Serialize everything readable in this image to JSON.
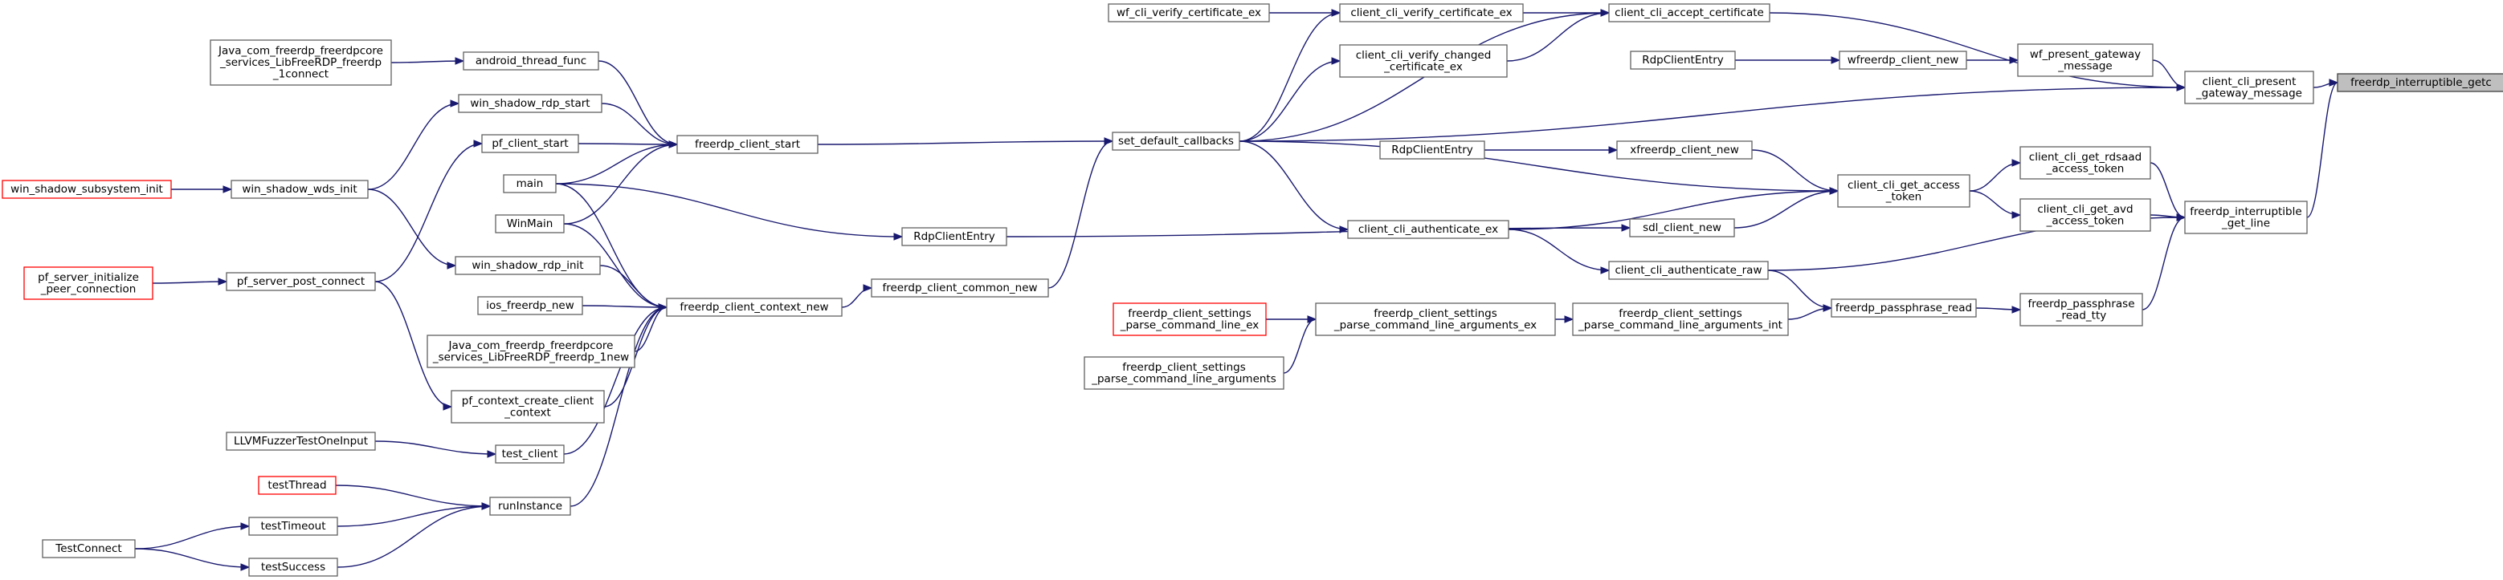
{
  "graph": {
    "title": "",
    "colors": {
      "edge": "#191970",
      "node_border": "#606060",
      "truncated_border": "#ff0000",
      "root_fill": "#bfbfbf"
    },
    "nodes": [
      {
        "id": "getc",
        "lines": [
          "freerdp_interruptible_getc"
        ],
        "kind": "root"
      },
      {
        "id": "present_gw",
        "lines": [
          "client_cli_present",
          "_gateway_message"
        ]
      },
      {
        "id": "get_line",
        "lines": [
          "freerdp_interruptible",
          "_get_line"
        ]
      },
      {
        "id": "accept_cert",
        "lines": [
          "client_cli_accept_certificate"
        ]
      },
      {
        "id": "wf_present_gw",
        "lines": [
          "wf_present_gateway",
          "_message"
        ]
      },
      {
        "id": "set_cb",
        "lines": [
          "set_default_callbacks"
        ]
      },
      {
        "id": "rdsaad",
        "lines": [
          "client_cli_get_rdsaad",
          "_access_token"
        ]
      },
      {
        "id": "get_avd",
        "lines": [
          "client_cli_get_avd",
          "_access_token"
        ]
      },
      {
        "id": "auth_raw",
        "lines": [
          "client_cli_authenticate_raw"
        ]
      },
      {
        "id": "pass_tty",
        "lines": [
          "freerdp_passphrase",
          "_read_tty"
        ]
      },
      {
        "id": "verify_cert_ex",
        "lines": [
          "client_cli_verify_certificate_ex"
        ]
      },
      {
        "id": "verify_changed",
        "lines": [
          "client_cli_verify_changed",
          "_certificate_ex"
        ]
      },
      {
        "id": "wfreerdp_new",
        "lines": [
          "wfreerdp_client_new"
        ]
      },
      {
        "id": "rdp_entry_1",
        "lines": [
          "RdpClientEntry"
        ]
      },
      {
        "id": "wf_verify",
        "lines": [
          "wf_cli_verify_certificate_ex"
        ]
      },
      {
        "id": "fc_start",
        "lines": [
          "freerdp_client_start"
        ]
      },
      {
        "id": "get_access",
        "lines": [
          "client_cli_get_access",
          "_token"
        ]
      },
      {
        "id": "xfreerdp_new",
        "lines": [
          "xfreerdp_client_new"
        ]
      },
      {
        "id": "sdl_new",
        "lines": [
          "sdl_client_new"
        ]
      },
      {
        "id": "rdp_entry_2",
        "lines": [
          "RdpClientEntry"
        ]
      },
      {
        "id": "auth_ex",
        "lines": [
          "client_cli_authenticate_ex"
        ]
      },
      {
        "id": "pass_read",
        "lines": [
          "freerdp_passphrase_read"
        ]
      },
      {
        "id": "parse_int",
        "lines": [
          "freerdp_client_settings",
          "_parse_command_line_arguments_int"
        ]
      },
      {
        "id": "parse_ex",
        "lines": [
          "freerdp_client_settings",
          "_parse_command_line_arguments_ex"
        ]
      },
      {
        "id": "parse_line_ex",
        "lines": [
          "freerdp_client_settings",
          "_parse_command_line_ex"
        ],
        "kind": "truncated"
      },
      {
        "id": "parse_args",
        "lines": [
          "freerdp_client_settings",
          "_parse_command_line_arguments"
        ]
      },
      {
        "id": "rdp_entry_3",
        "lines": [
          "RdpClientEntry"
        ]
      },
      {
        "id": "common_new",
        "lines": [
          "freerdp_client_common_new"
        ]
      },
      {
        "id": "ctx_new",
        "lines": [
          "freerdp_client_context_new"
        ]
      },
      {
        "id": "android_thread",
        "lines": [
          "android_thread_func"
        ]
      },
      {
        "id": "java_connect",
        "lines": [
          "Java_com_freerdp_freerdpcore",
          "_services_LibFreeRDP_freerdp",
          "_1connect"
        ]
      },
      {
        "id": "win_rdp_start",
        "lines": [
          "win_shadow_rdp_start"
        ]
      },
      {
        "id": "pf_client_start",
        "lines": [
          "pf_client_start"
        ]
      },
      {
        "id": "main",
        "lines": [
          "main"
        ]
      },
      {
        "id": "winmain",
        "lines": [
          "WinMain"
        ]
      },
      {
        "id": "win_wds_init",
        "lines": [
          "win_shadow_wds_init"
        ]
      },
      {
        "id": "win_subsys_init",
        "lines": [
          "win_shadow_subsystem_init"
        ],
        "kind": "truncated"
      },
      {
        "id": "win_rdp_init",
        "lines": [
          "win_shadow_rdp_init"
        ]
      },
      {
        "id": "pf_post_connect",
        "lines": [
          "pf_server_post_connect"
        ]
      },
      {
        "id": "pf_init_peer",
        "lines": [
          "pf_server_initialize",
          "_peer_connection"
        ],
        "kind": "truncated"
      },
      {
        "id": "ios_new",
        "lines": [
          "ios_freerdp_new"
        ]
      },
      {
        "id": "java_new",
        "lines": [
          "Java_com_freerdp_freerdpcore",
          "_services_LibFreeRDP_freerdp_1new"
        ]
      },
      {
        "id": "pf_ctx_create",
        "lines": [
          "pf_context_create_client",
          "_context"
        ]
      },
      {
        "id": "test_client",
        "lines": [
          "test_client"
        ]
      },
      {
        "id": "llvm_fuzzer",
        "lines": [
          "LLVMFuzzerTestOneInput"
        ]
      },
      {
        "id": "run_instance",
        "lines": [
          "runInstance"
        ]
      },
      {
        "id": "test_thread",
        "lines": [
          "testThread"
        ],
        "kind": "truncated"
      },
      {
        "id": "test_timeout",
        "lines": [
          "testTimeout"
        ]
      },
      {
        "id": "test_success",
        "lines": [
          "testSuccess"
        ]
      },
      {
        "id": "test_connect",
        "lines": [
          "TestConnect"
        ]
      }
    ]
  }
}
